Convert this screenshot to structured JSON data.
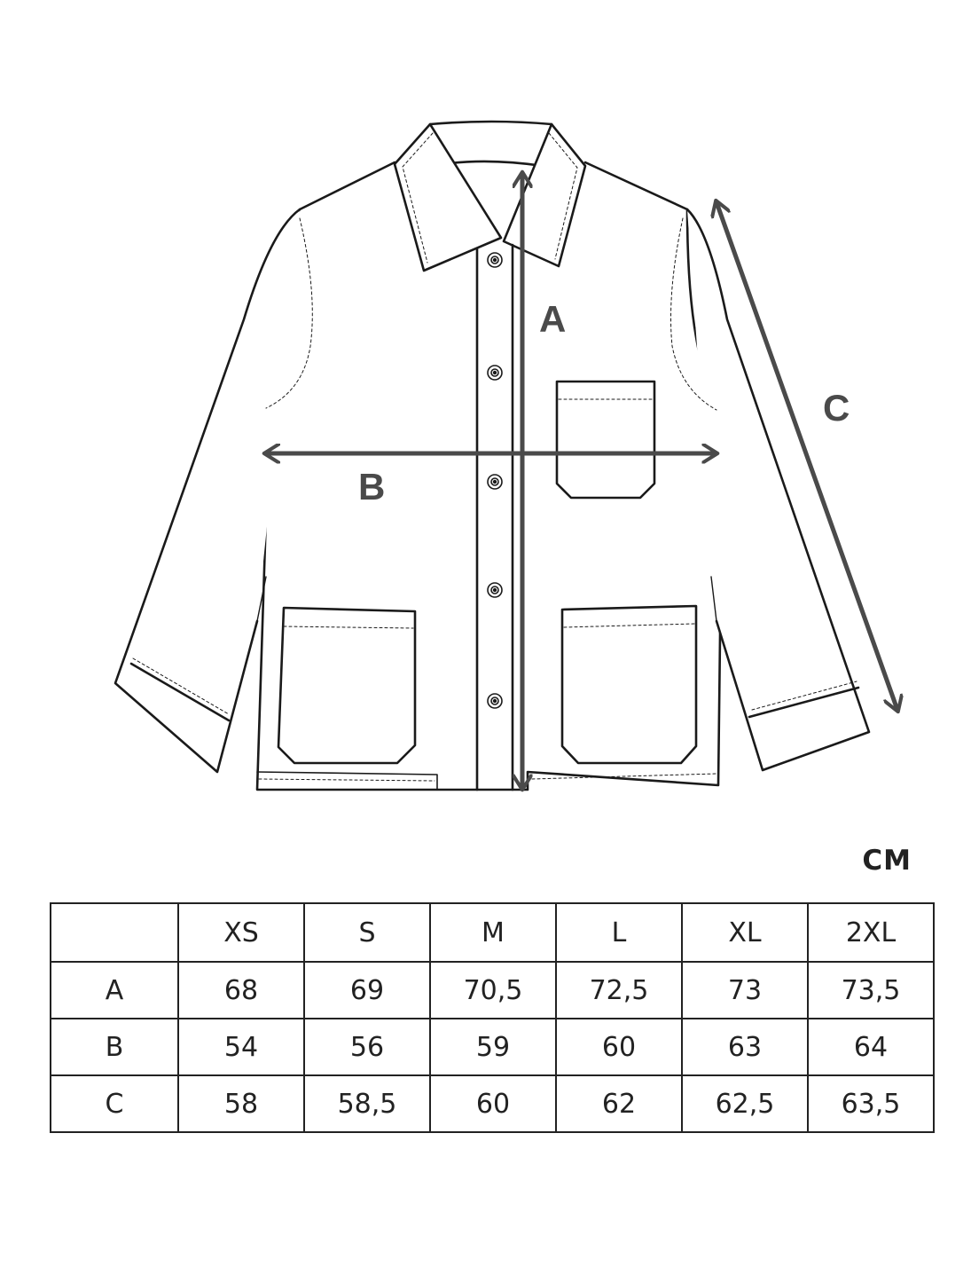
{
  "diagram": {
    "labels": {
      "a": "A",
      "b": "B",
      "c": "C"
    }
  },
  "unit": "CM",
  "table": {
    "corner": "",
    "sizes": [
      "XS",
      "S",
      "M",
      "L",
      "XL",
      "2XL"
    ],
    "rows": [
      {
        "label": "A",
        "values": [
          "68",
          "69",
          "70,5",
          "72,5",
          "73",
          "73,5"
        ]
      },
      {
        "label": "B",
        "values": [
          "54",
          "56",
          "59",
          "60",
          "63",
          "64"
        ]
      },
      {
        "label": "C",
        "values": [
          "58",
          "58,5",
          "60",
          "62",
          "62,5",
          "63,5"
        ]
      }
    ]
  },
  "colors": {
    "outline": "#1a1a1a",
    "arrow": "#4a4a4a",
    "text": "#222222"
  }
}
